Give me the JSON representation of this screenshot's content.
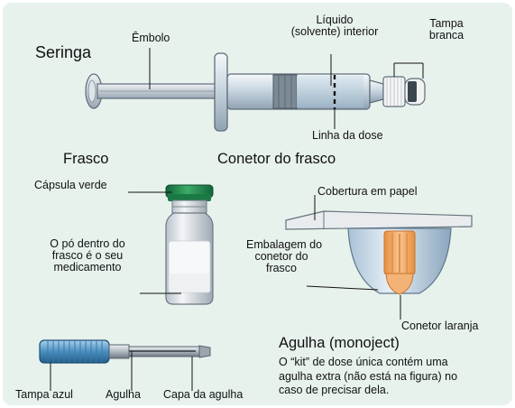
{
  "syringe": {
    "title": "Seringa",
    "plunger_label": "Êmbolo",
    "liquid_label_line1": "Líquido",
    "liquid_label_line2": "(solvente) interior",
    "cap_label_line1": "Tampa",
    "cap_label_line2": "branca",
    "dose_line_label": "Linha da dose"
  },
  "vial": {
    "title": "Frasco",
    "cap_label": "Cápsula verde",
    "powder_label_line1": "O pó dentro do",
    "powder_label_line2": "frasco é o seu",
    "powder_label_line3": "medicamento"
  },
  "adapter": {
    "title": "Conetor do frasco",
    "paper_label": "Cobertura em papel",
    "package_label_line1": "Embalagem do",
    "package_label_line2": "conetor do",
    "package_label_line3": "frasco",
    "orange_label": "Conetor laranja"
  },
  "needle": {
    "title": "Agulha (monoject)",
    "note_line1": "O “kit” de dose única contém uma",
    "note_line2": "agulha extra (não está na figura) no",
    "note_line3": "caso de precisar dela.",
    "blue_cap_label": "Tampa azul",
    "needle_label": "Agulha",
    "needle_cap_label": "Capa da agulha"
  },
  "colors": {
    "background": "#e7f2ec",
    "vial_cap": "#1e8a4a",
    "blue_cap": "#4a8fc0",
    "orange_connector": "#f2a860"
  }
}
